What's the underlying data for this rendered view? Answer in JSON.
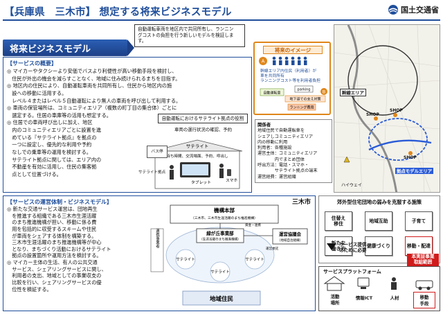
{
  "header": {
    "title": "【兵庫県　三木市】 想定する将来ビジネスモデル",
    "ministry": "国土交通省"
  },
  "ribbon": "将来ビジネスモデル",
  "callouts": {
    "top": [
      "自動運転車両を地区内で共同所有し、ランニン",
      "グコストの負担を行う新しいモデルを検証します。"
    ],
    "mid": "自動運転におけるサテライト拠点の役割",
    "mid2": "車両の運行状況の確認、予約"
  },
  "summary": {
    "heading": "【サービスの概要】",
    "bullets": [
      "◎ マイカーやタクシーより安価でバスより利便性が高い移動手段を検討し、",
      "　住民が外出の機会を減らすことなく、地域に住み続けられるまちを目指す。",
      "◎ 地区内の住民により、自動運転車両を共同所有し、住民から地区内の施",
      "　設への移動に活用する。",
      "　レベル４またはレベル５自動運転により無人の車両を呼び出して利用する。",
      "◎ 車両の保管場所は、コミュニティエリア（複数の町丁目の集合体）ごとに",
      "　選定する。住居の車庫等の活用も想定する。",
      "◎ 住居での車両呼び出しに加え、地区",
      "　内のコミュニティエリアごとに設置を進",
      "　めている『サテライト拠点』を拠点の",
      "　一つに設定し、優先的な利用や予約",
      "　なしでの乗車等の運用を検討する。",
      "　サテライト拠点に関しては、エリア内の",
      "　不動産を有効に活用し、住民の集客拠",
      "　点として位置づける。"
    ]
  },
  "illustration": {
    "satellite": "サテライト",
    "activities": "待ち時間、交流場面、予約、呼出し",
    "tablet": "タブレット",
    "smartphone": "スマホ",
    "bus_stop": "サテライト拠点",
    "sign": "バス停"
  },
  "image_panel": {
    "title": "将来のイメージ",
    "text1": "幹線エリア内住民（利用者）が",
    "text2": "車を共同所有",
    "text3": "ランニングコスト等を利用者負担",
    "tag1": "A",
    "tag2": "B",
    "shopping": "自動運転車",
    "parking": "parking",
    "lane1": "地下道での支え対策",
    "lane2": "ランニング費用"
  },
  "stakeholders": {
    "title": "関係者",
    "lines": [
      "地域住民で自動運転車を",
      "シェアしコミュニティエリア",
      "内の移動に利用",
      "利用者：各種施設",
      "運営主体：コミュニティエリア",
      "　　　　内でまとめ団体",
      "呼出方法：電話・スマホ・",
      "　　　　サテライト拠点の端末",
      "運営経費：運営組織"
    ]
  },
  "map": {
    "labels": [
      "幹線エリア",
      "SHOP",
      "SHOP",
      "SHOP",
      "拠点モデルエリア",
      "ハイウェイ"
    ]
  },
  "ops": {
    "heading": "【サービスの運営体制・ビジネスモデル】",
    "city": "三木市",
    "bullets": [
      "◎ 新たな交通サービス運営は、団地再生",
      "　を推進する組織である三木市生涯活躍",
      "　のまち推進機構が担い、移動に係る費",
      "　用を包括的に収受するスキームや住民",
      "　が車両をシェアする体制を構築する。",
      "　三木市生涯活躍のまち推進機構等が中心",
      "　となり、まちづくり活動におけるサテライト",
      "　拠点の設置箇所や運用方法を検討する。",
      "◎ マイカー主体の生活、有人の公共交通",
      "　サービス、シェアリングサービスに関し、",
      "　利用者の支出、地域としての事業収支の",
      "　比較を行い、シェアリングサービスの優",
      "　位性を検証する。"
    ],
    "diagram": {
      "hq": "機構本部",
      "hq_sub": "（三木市、三木市生涯活躍のまち推進機構）",
      "office": "緑が丘事業部",
      "office_sub": "（生涯活躍のまち推進機構）",
      "council": "運営協議会",
      "council_sub": "（地域自治組織）",
      "sat1": "サテライト",
      "sat2": "サテライト",
      "sat3": "サテライト",
      "side": "連携事業者",
      "residents": "地域住民",
      "link1": "資金・連携",
      "link2": "運営委託"
    }
  },
  "measures": {
    "title": "郊外型住宅団地の弱みを克服する施策",
    "items": [
      "住替え\n移住",
      "地域互助",
      "子育て",
      "新たな\n働き方",
      "健康づくり",
      "移動・配達"
    ]
  },
  "need": "サービス提供\nのために必要",
  "demo_label": "本実証事業\n取組範囲",
  "platform": {
    "heading": "サービスプラットフォーム",
    "items": [
      "活動\n場所",
      "情報ICT",
      "人材",
      "移動\n手段"
    ]
  },
  "colors": {
    "navy": "#1f4e9b",
    "orange": "#e0861a",
    "red": "#d01b1b",
    "blue_route": "#2a5bd7"
  }
}
